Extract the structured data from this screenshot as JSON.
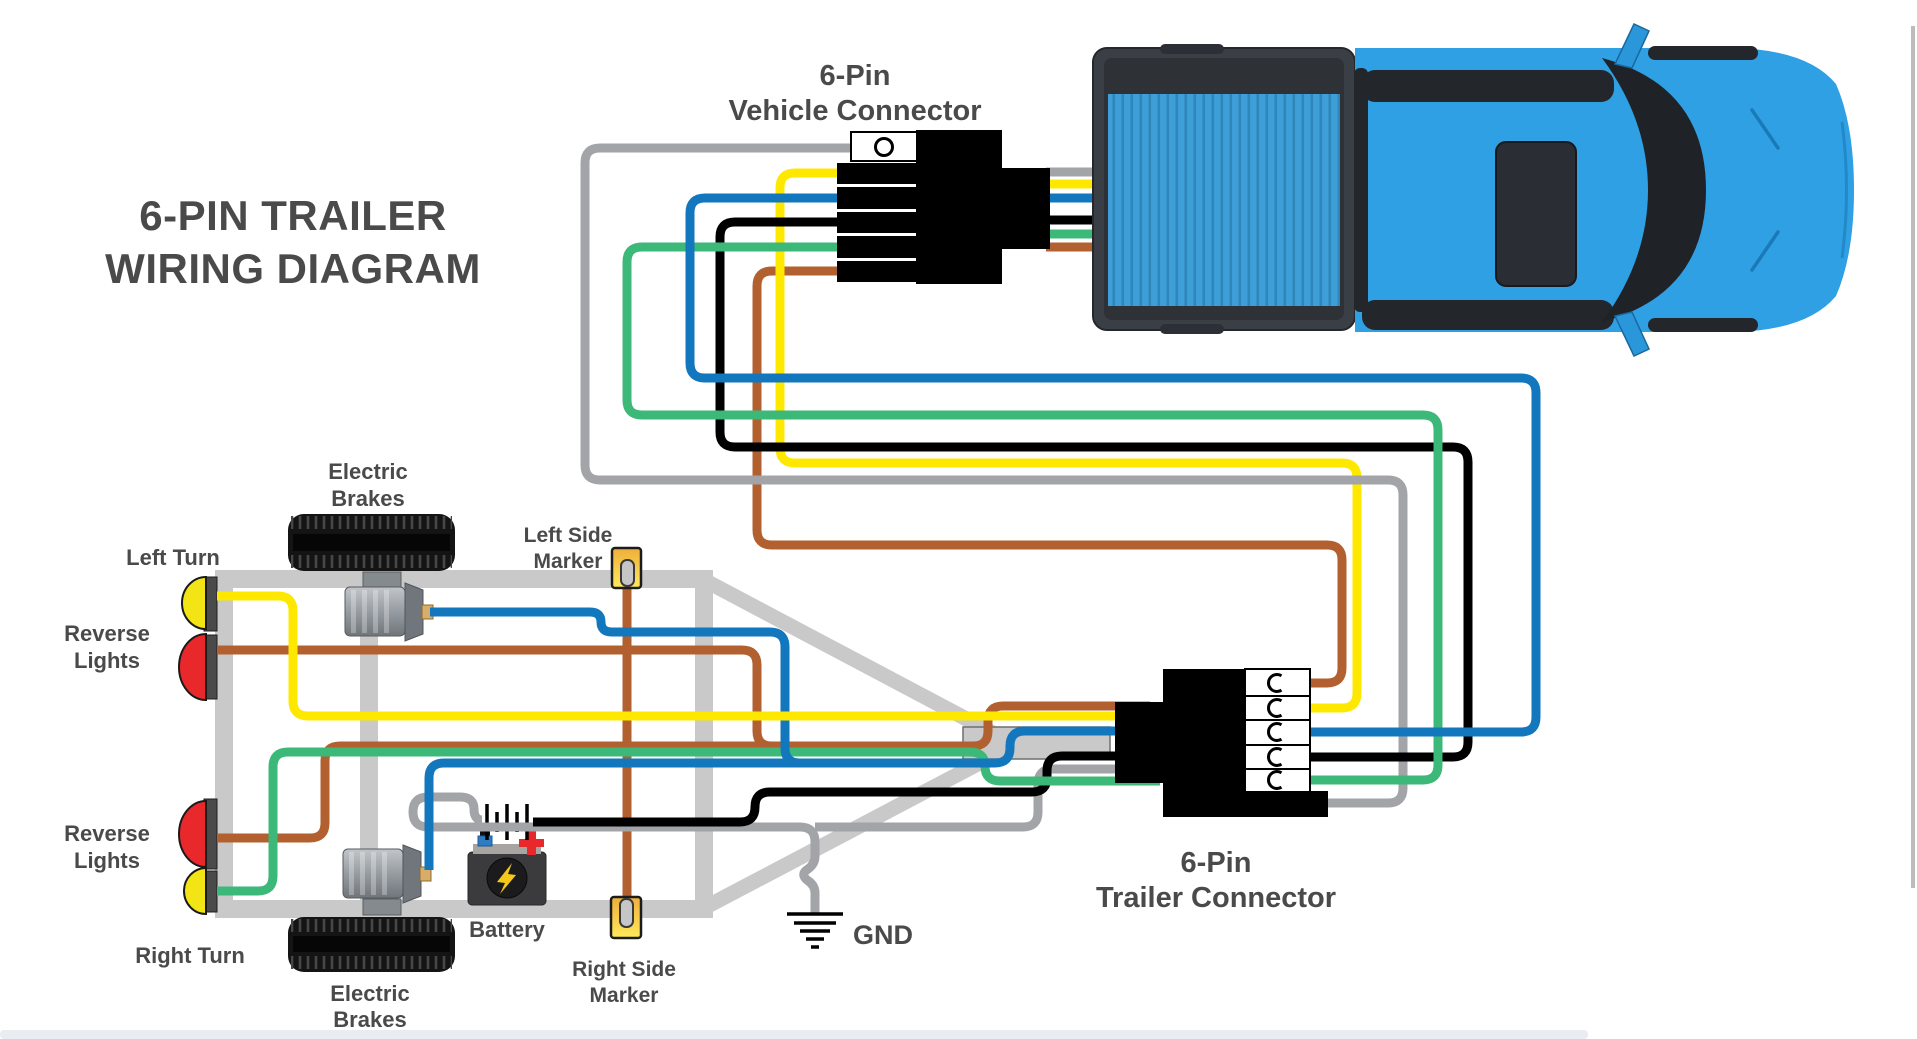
{
  "title": {
    "lines": [
      "6-PIN TRAILER",
      "WIRING DIAGRAM"
    ]
  },
  "connectors": {
    "vehicle": {
      "lines": [
        "6-Pin",
        "Vehicle Connector"
      ],
      "pin_count": 6
    },
    "trailer": {
      "lines": [
        "6-Pin",
        "Trailer Connector"
      ],
      "pin_count": 6
    }
  },
  "labels": {
    "electric_brakes": [
      "Electric",
      "Brakes"
    ],
    "reverse_lights": [
      "Reverse",
      "Lights"
    ],
    "left_turn": "Left Turn",
    "right_turn": "Right Turn",
    "left_side_marker": [
      "Left Side",
      "Marker"
    ],
    "right_side_marker": [
      "Right Side",
      "Marker"
    ],
    "battery": "Battery",
    "gnd": "GND"
  },
  "wire_colors": [
    "gray",
    "yellow",
    "blue",
    "black",
    "green",
    "brown"
  ],
  "colors": {
    "yellow": "#FFE800",
    "green": "#3CB878",
    "blue": "#1277BD",
    "brown": "#B2602F",
    "gray": "#A2A4A7",
    "black": "#000000",
    "frame": "#C9C9C9",
    "text": "#4A4A4A",
    "truck_blue": "#2FA0E4",
    "red_light": "#E8282B",
    "yellow_light": "#F3E515",
    "marker_yellow": "#FFD84D"
  }
}
